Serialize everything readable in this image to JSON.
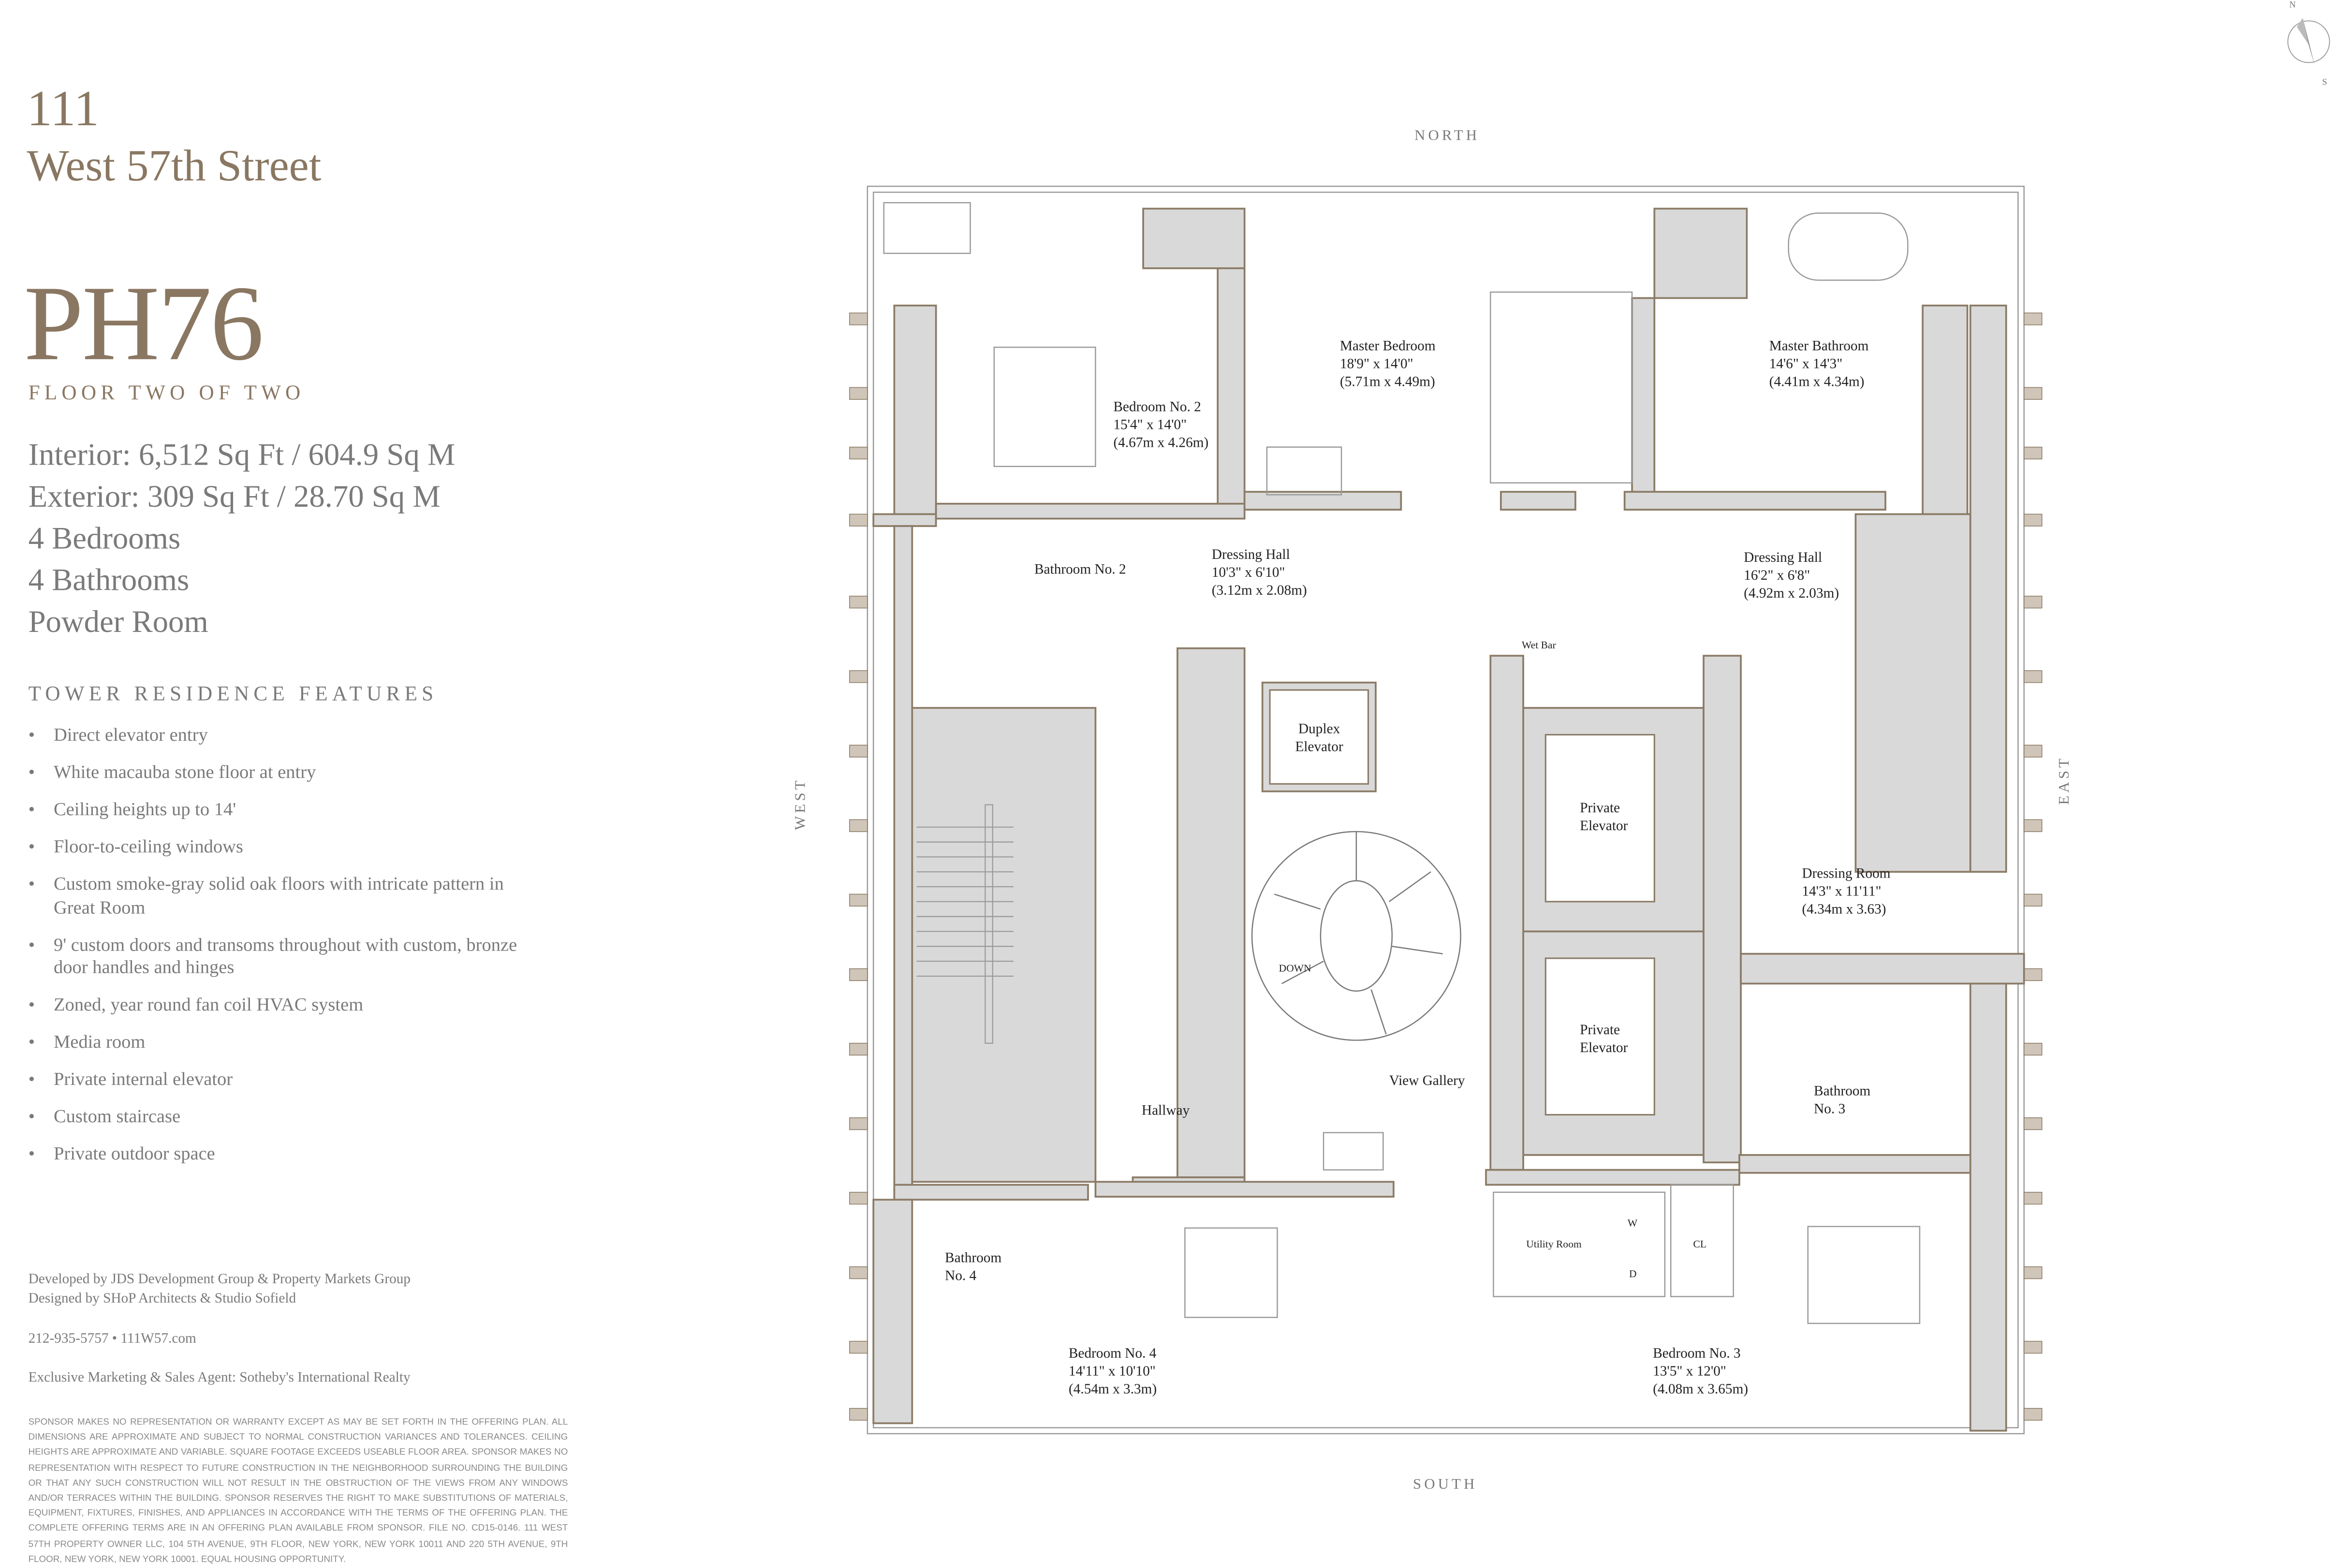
{
  "header": {
    "address_line1": "111",
    "address_line2": "West 57th Street",
    "unit": "PH76",
    "floor": "FLOOR TWO OF TWO"
  },
  "stats": [
    "Interior: 6,512 Sq Ft / 604.9 Sq M",
    "Exterior: 309 Sq Ft / 28.70 Sq M",
    "4 Bedrooms",
    "4 Bathrooms",
    "Powder Room"
  ],
  "features": {
    "heading": "TOWER RESIDENCE FEATURES",
    "bullet": "•",
    "items": [
      "Direct elevator entry",
      "White macauba stone floor at entry",
      "Ceiling heights up to 14'",
      "Floor-to-ceiling windows",
      "Custom smoke-gray solid oak floors with intricate pattern in Great Room",
      "9' custom doors and transoms throughout with custom, bronze door handles and hinges",
      "Zoned, year round fan coil HVAC system",
      "Media room",
      "Private internal elevator",
      "Custom staircase",
      "Private outdoor space"
    ]
  },
  "credits": {
    "developed": "Developed by JDS Development Group & Property Markets Group",
    "designed": "Designed by SHoP Architects & Studio Sofield",
    "contact": "212-935-5757  •  111W57.com",
    "agent": "Exclusive Marketing & Sales Agent: Sotheby's International Realty"
  },
  "disclaimer": "Sponsor makes no representation or warranty except as may be set forth in the offering plan. All dimensions are approximate and subject to normal construction variances and tolerances. Ceiling heights are approximate and variable. Square footage exceeds useable floor area. Sponsor makes no representation with respect to future construction in the neighborhood surrounding the building or that any such construction will not result in the obstruction of the views from any windows and/or terraces within the building. Sponsor reserves the right to make substitutions of materials, equipment, fixtures, finishes, and appliances in accordance with the terms of the offering plan. The complete offering terms are in an offering plan available from sponsor. File No. CD15-0146. 111 West 57th Property Owner LLC, 104 5th Avenue, 9th Floor, New York, New York 10011 and 220 5th Avenue, 9th Floor, New York, New York 10001. Equal Housing Opportunity.",
  "compass": {
    "n": "N",
    "s": "S",
    "icon": "compass-icon"
  },
  "directions": {
    "north": "NORTH",
    "south": "SOUTH",
    "east": "EAST",
    "west": "WEST"
  },
  "colors": {
    "brand": "#8a7762",
    "wall_fill": "#d9d9d9",
    "wall_edge": "#8b7b66",
    "text": "#7a7a7a"
  },
  "rooms": {
    "bedroom2": {
      "name": "Bedroom No. 2",
      "dim_ft": "15'4\" x 14'0\"",
      "dim_m": "(4.67m x 4.26m)"
    },
    "master_bedroom": {
      "name": "Master Bedroom",
      "dim_ft": "18'9\" x 14'0\"",
      "dim_m": "(5.71m x 4.49m)"
    },
    "master_bathroom": {
      "name": "Master Bathroom",
      "dim_ft": "14'6\" x 14'3\"",
      "dim_m": "(4.41m x 4.34m)"
    },
    "bathroom2": {
      "name": "Bathroom No. 2"
    },
    "dressing_hall_w": {
      "name": "Dressing Hall",
      "dim_ft": "10'3\" x 6'10\"",
      "dim_m": "(3.12m x 2.08m)"
    },
    "dressing_hall_e": {
      "name": "Dressing Hall",
      "dim_ft": "16'2\" x 6'8\"",
      "dim_m": "(4.92m x 2.03m)"
    },
    "wet_bar": {
      "name": "Wet Bar"
    },
    "duplex_elevator": {
      "line1": "Duplex",
      "line2": "Elevator"
    },
    "private_elevator_1": {
      "line1": "Private",
      "line2": "Elevator"
    },
    "private_elevator_2": {
      "line1": "Private",
      "line2": "Elevator"
    },
    "dressing_room": {
      "name": "Dressing Room",
      "dim_ft": "14'3\" x 11'11\"",
      "dim_m": "(4.34m x 3.63)"
    },
    "down": {
      "name": "DOWN"
    },
    "view_gallery": {
      "name": "View Gallery"
    },
    "hallway": {
      "name": "Hallway"
    },
    "bathroom3": {
      "line1": "Bathroom",
      "line2": "No. 3"
    },
    "bathroom4": {
      "line1": "Bathroom",
      "line2": "No. 4"
    },
    "utility_room": {
      "name": "Utility Room",
      "w": "W",
      "d": "D",
      "cl": "CL"
    },
    "bedroom4": {
      "name": "Bedroom No. 4",
      "dim_ft": "14'11\" x 10'10\"",
      "dim_m": "(4.54m x 3.3m)"
    },
    "bedroom3": {
      "name": "Bedroom No. 3",
      "dim_ft": "13'5\" x 12'0\"",
      "dim_m": "(4.08m x 3.65m)"
    }
  }
}
